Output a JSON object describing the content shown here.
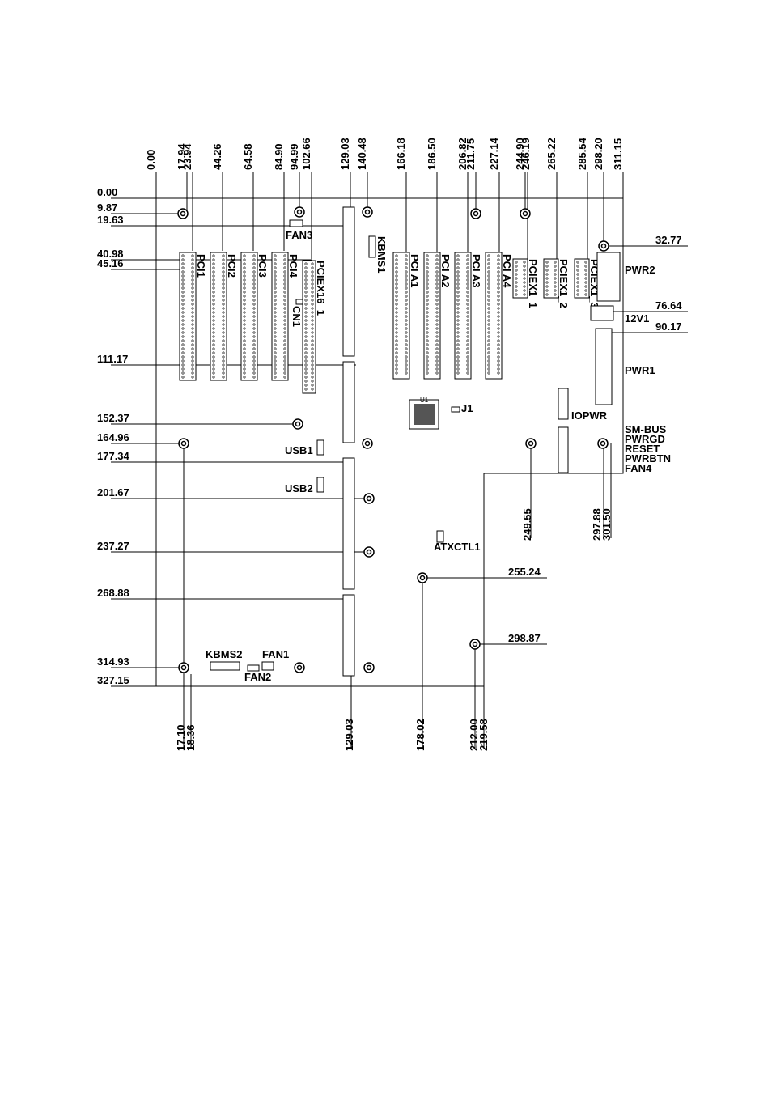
{
  "top_dims": [
    "0.00",
    "17.94",
    "23.94",
    "44.26",
    "64.58",
    "84.90",
    "94.99",
    "102.66",
    "129.03",
    "140.48",
    "166.18",
    "186.50",
    "206.82",
    "211.75",
    "227.14",
    "244.90",
    "246.19",
    "265.22",
    "285.54",
    "298.20",
    "311.15"
  ],
  "left_dims": [
    "0.00",
    "9.87",
    "19.63",
    "40.98",
    "45.16",
    "111.17",
    "152.37",
    "164.96",
    "177.34",
    "201.67",
    "237.27",
    "268.88",
    "314.93",
    "327.15"
  ],
  "right_dims": [
    "32.77",
    "76.64",
    "90.17",
    "255.24",
    "298.87"
  ],
  "bottom_dims": [
    "17.10",
    "18.36",
    "129.03",
    "178.02",
    "212.00",
    "219.58"
  ],
  "mid_vertical_dims": [
    "249.55",
    "297.88",
    "301.50"
  ],
  "slots": {
    "pci": [
      "PCI1",
      "PCI2",
      "PCI3",
      "PCI4"
    ],
    "pciex16": "PCIEX16_1",
    "pci_a": [
      "PCI A1",
      "PCI A2",
      "PCI A3",
      "PCI A4"
    ],
    "pciex1": [
      "PCIEX1_1",
      "PCIEX1_2",
      "PCIEX1_3"
    ]
  },
  "connectors": {
    "fan3": "FAN3",
    "kbms1": "KBMS1",
    "cn1": "CN1",
    "pwr2": "PWR2",
    "v12": "12V1",
    "pwr1": "PWR1",
    "u1": "U1",
    "j1": "J1",
    "iopwr": "IOPWR",
    "usb1": "USB1",
    "usb2": "USB2",
    "atxctl1": "ATXCTL1",
    "kbms2": "KBMS2",
    "fan1": "FAN1",
    "fan2": "FAN2"
  },
  "signals": [
    "SM-BUS",
    "PWRGD",
    "RESET",
    "PWRBTN",
    "FAN4"
  ]
}
